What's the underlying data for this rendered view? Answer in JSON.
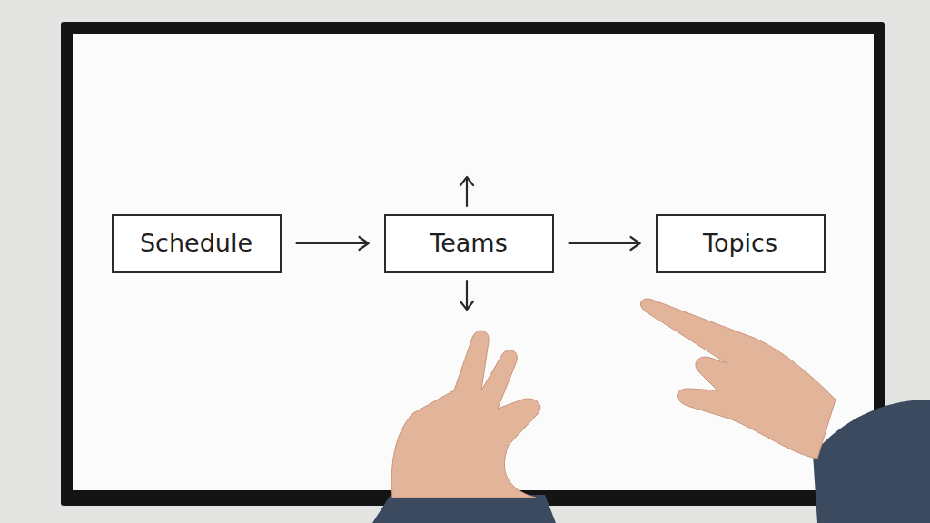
{
  "diagram": {
    "nodes": [
      {
        "text": [
          "Schedule"
        ]
      },
      {
        "text": [
          "Teams"
        ]
      },
      {
        "text": [
          "Topics"
        ]
      }
    ],
    "edges": [
      {
        "from": 0,
        "to": 1,
        "arrow": "to"
      },
      {
        "from": 1,
        "to": 2,
        "arrow": "to"
      }
    ]
  }
}
